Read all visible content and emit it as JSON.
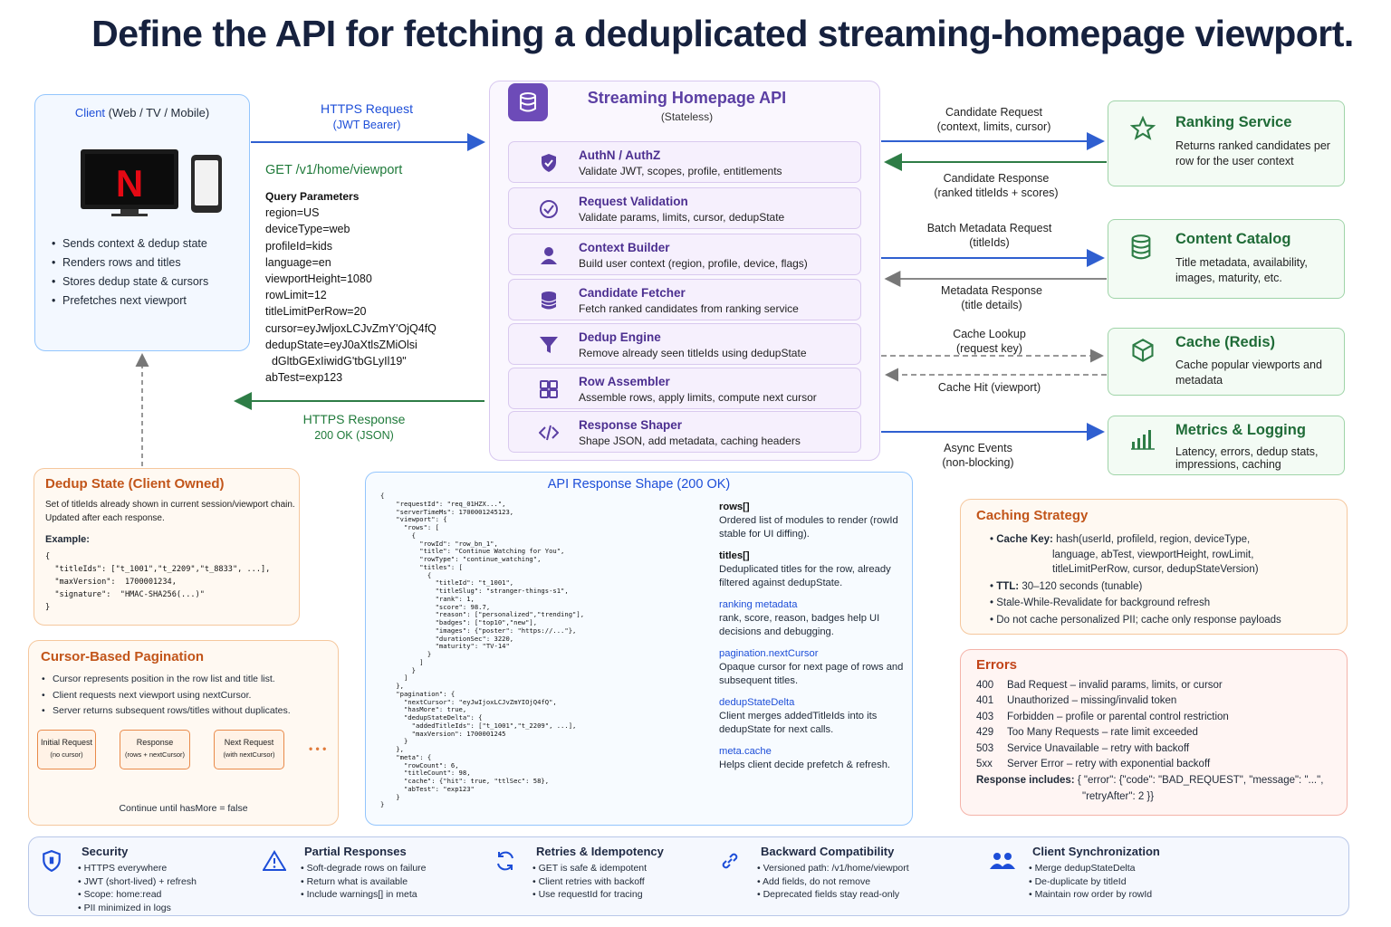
{
  "title": "Define the API for fetching a deduplicated streaming-homepage viewport.",
  "client": {
    "title_hl": "Client",
    "title_rest": " (Web / TV / Mobile)",
    "bullets": [
      "Sends context & dedup state",
      "Renders rows and titles",
      "Stores dedup state & cursors",
      "Prefetches next viewport"
    ]
  },
  "request": {
    "label": "HTTPS Request",
    "sub": "(JWT Bearer)",
    "endpoint": "GET /v1/home/viewport"
  },
  "query": {
    "heading": "Query Parameters",
    "lines": [
      "region=US",
      "deviceType=web",
      "profileId=kids",
      "language=en",
      "viewportHeight=1080",
      "rowLimit=12",
      "titleLimitPerRow=20",
      "cursor=eyJwljoxLCJvZmY'OjQ4fQ",
      "dedupState=eyJ0aXtlsZMiOlsi",
      "  dGltbGExIiwidG'tbGLyIl19\"",
      "abTest=exp123"
    ]
  },
  "response": {
    "label": "HTTPS Response",
    "sub": "200 OK (JSON)"
  },
  "api": {
    "title": "Streaming Homepage API",
    "sub": "(Stateless)",
    "stages": [
      {
        "icon": "shield-icon",
        "name": "AuthN / AuthZ",
        "desc": "Validate JWT, scopes, profile, entitlements"
      },
      {
        "icon": "check-circle-icon",
        "name": "Request Validation",
        "desc": "Validate params, limits, cursor, dedupState"
      },
      {
        "icon": "user-icon",
        "name": "Context Builder",
        "desc": "Build user context (region, profile, device, flags)"
      },
      {
        "icon": "database-icon",
        "name": "Candidate Fetcher",
        "desc": "Fetch ranked candidates from ranking service"
      },
      {
        "icon": "filter-icon",
        "name": "Dedup Engine",
        "desc": "Remove already seen titleIds using dedupState"
      },
      {
        "icon": "grid-icon",
        "name": "Row Assembler",
        "desc": "Assemble rows, apply limits, compute next cursor"
      },
      {
        "icon": "code-icon",
        "name": "Response Shaper",
        "desc": "Shape JSON, add metadata, caching headers"
      }
    ]
  },
  "flows": {
    "cand_req": "Candidate Request",
    "cand_req_sub": "(context, limits, cursor)",
    "cand_resp": "Candidate Response",
    "cand_resp_sub": "(ranked titleIds + scores)",
    "meta_req": "Batch Metadata Request",
    "meta_req_sub": "(titleIds)",
    "meta_resp": "Metadata Response",
    "meta_resp_sub": "(title details)",
    "cache_lookup": "Cache Lookup",
    "cache_lookup_sub": "(request key)",
    "cache_hit": "Cache Hit (viewport)",
    "async": "Async Events",
    "async_sub": "(non-blocking)"
  },
  "services": [
    {
      "icon": "star-icon",
      "name": "Ranking Service",
      "desc": "Returns ranked candidates per row for the user context"
    },
    {
      "icon": "database-icon",
      "name": "Content Catalog",
      "desc": "Title metadata, availability, images, maturity, etc."
    },
    {
      "icon": "cube-icon",
      "name": "Cache (Redis)",
      "desc": "Cache popular viewports and metadata"
    },
    {
      "icon": "bar-chart-icon",
      "name": "Metrics & Logging",
      "desc": "Latency, errors, dedup stats, impressions, caching"
    }
  ],
  "dedup": {
    "title": "Dedup State (Client Owned)",
    "desc1": "Set of titleIds already shown in current session/viewport chain.",
    "desc2": "Updated after each response.",
    "example": "Example:",
    "code": "{\n  \"titleIds\": [\"t_1001\",\"t_2209\",\"t_8833\", ...],\n  \"maxVersion\":  1700001234,\n  \"signature\":  \"HMAC-SHA256(...)\"\n}"
  },
  "cursor": {
    "title": "Cursor-Based Pagination",
    "bullets": [
      "Cursor represents position in the row list and title list.",
      "Client requests next viewport using nextCursor.",
      "Server returns subsequent rows/titles without duplicates."
    ],
    "flow": [
      {
        "l1": "Initial Request",
        "l2": "(no cursor)"
      },
      {
        "l1": "Response",
        "l2": "(rows + nextCursor)"
      },
      {
        "l1": "Next Request",
        "l2": "(with nextCursor)"
      }
    ],
    "more": "• • •",
    "footer": "Continue until hasMore = false"
  },
  "shape": {
    "title": "API Response Shape (200 OK)",
    "code": "{\n    \"requestId\": \"req_01HZX...\",\n    \"serverTimeMs\": 1700001245123,\n    \"viewport\": {\n      \"rows\": [\n        {\n          \"rowId\": \"row_bn_1\",\n          \"title\": \"Continue Watching for You\",\n          \"rowType\": \"continue_watching\",\n          \"titles\": [\n            {\n              \"titleId\": \"t_1001\",\n              \"titleSlug\": \"stranger-things-s1\",\n              \"rank\": 1,\n              \"score\": 98.7,\n              \"reason\": [\"personalized\",\"trending\"],\n              \"badges\": [\"top10\",\"new\"],\n              \"images\": {\"poster\": \"https://...\"},\n              \"durationSec\": 3220,\n              \"maturity\": \"TV-14\"\n            }\n          ]\n        }\n      ]\n    },\n    \"pagination\": {\n      \"nextCursor\": \"eyJwIjoxLCJvZmYIOjQ4fQ\",\n      \"hasMore\": true,\n      \"dedupStateDelta\": {\n        \"addedTitleIds\": [\"t_1001\",\"t_2209\", ...],\n        \"maxVersion\": 1700001245\n      }\n    },\n    \"meta\": {\n      \"rowCount\": 6,\n      \"titleCount\": 98,\n      \"cache\": {\"hit\": true, \"ttlSec\": 58},\n      \"abTest\": \"exp123\"\n    }\n}",
    "notes": [
      {
        "k": "rows[]",
        "v": "Ordered list of modules to render (rowId stable for UI diffing).",
        "dark": true
      },
      {
        "k": "titles[]",
        "v": "Deduplicated titles for the row, already filtered against dedupState.",
        "dark": true
      },
      {
        "k": "ranking metadata",
        "v": "rank, score, reason, badges help UI decisions and debugging.",
        "dark": false
      },
      {
        "k": "pagination.nextCursor",
        "v": "Opaque cursor for next page of rows and subsequent titles.",
        "dark": false
      },
      {
        "k": "dedupStateDelta",
        "v": "Client merges addedTitleIds into its dedupState for next calls.",
        "dark": false
      },
      {
        "k": "meta.cache",
        "v": "Helps client decide prefetch & refresh.",
        "dark": false
      }
    ]
  },
  "caching": {
    "title": "Caching Strategy",
    "key_label": "Cache Key:",
    "key_lines": [
      "hash(userId, profileId, region, deviceType,",
      "language, abTest, viewportHeight, rowLimit,",
      "titleLimitPerRow, cursor, dedupStateVersion)"
    ],
    "ttl_label": "TTL:",
    "ttl": "30–120 seconds (tunable)",
    "b3": "Stale-While-Revalidate for background refresh",
    "b4": "Do not cache personalized PII; cache only response payloads"
  },
  "errors": {
    "title": "Errors",
    "rows": [
      {
        "code": "400",
        "msg": "Bad Request – invalid params, limits, or cursor"
      },
      {
        "code": "401",
        "msg": "Unauthorized – missing/invalid token"
      },
      {
        "code": "403",
        "msg": "Forbidden – profile or parental control restriction"
      },
      {
        "code": "429",
        "msg": "Too Many Requests – rate limit exceeded"
      },
      {
        "code": "503",
        "msg": "Service Unavailable – retry with backoff"
      },
      {
        "code": "5xx",
        "msg": "Server Error – retry with exponential backoff"
      }
    ],
    "includes_label": "Response includes:",
    "includes_1": "{ \"error\": {\"code\": \"BAD_REQUEST\", \"message\": \"...\",",
    "includes_2": "\"retryAfter\": 2 }}"
  },
  "bottom": [
    {
      "icon": "shield-icon",
      "title": "Security",
      "items": [
        "HTTPS everywhere",
        "JWT (short-lived) + refresh",
        "Scope: home:read",
        "PII minimized in logs"
      ]
    },
    {
      "icon": "warning-icon",
      "title": "Partial Responses",
      "items": [
        "Soft-degrade rows on failure",
        "Return what is available",
        "Include warnings[] in meta"
      ]
    },
    {
      "icon": "refresh-icon",
      "title": "Retries & Idempotency",
      "items": [
        "GET is safe & idempotent",
        "Client retries with backoff",
        "Use requestId for tracing"
      ]
    },
    {
      "icon": "link-icon",
      "title": "Backward Compatibility",
      "items": [
        "Versioned path: /v1/home/viewport",
        "Add fields, do not remove",
        "Deprecated fields stay read-only"
      ]
    },
    {
      "icon": "users-icon",
      "title": "Client Synchronization",
      "items": [
        "Merge dedupStateDelta",
        "De-duplicate by titleId",
        "Maintain row order by rowId"
      ]
    }
  ],
  "colors": {
    "accent_purple": "#5b3fa3",
    "accent_blue": "#1d4ed8",
    "accent_green": "#1f7a3a",
    "accent_orange": "#c2551a"
  }
}
